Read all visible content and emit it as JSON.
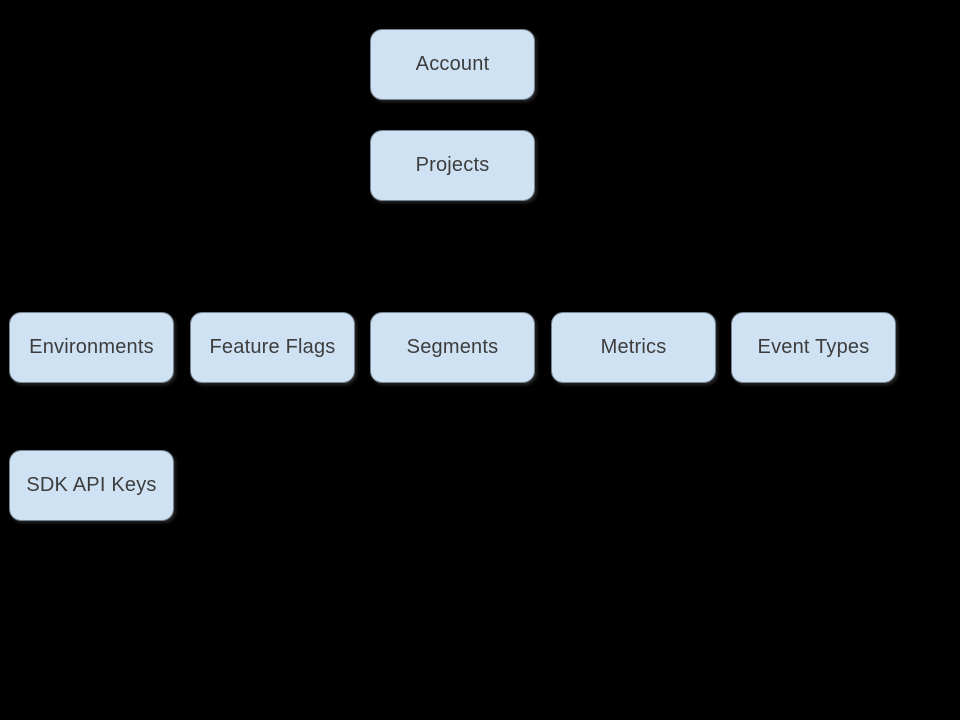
{
  "diagram": {
    "background_color": "#000000",
    "node_fill_color": "#cfe2f3",
    "node_text_color": "#3d3d3d",
    "nodes": {
      "account": {
        "label": "Account"
      },
      "projects": {
        "label": "Projects"
      },
      "environments": {
        "label": "Environments"
      },
      "feature_flags": {
        "label": "Feature Flags"
      },
      "segments": {
        "label": "Segments"
      },
      "metrics": {
        "label": "Metrics"
      },
      "event_types": {
        "label": "Event Types"
      },
      "sdk_api_keys": {
        "label": "SDK API Keys"
      }
    }
  }
}
